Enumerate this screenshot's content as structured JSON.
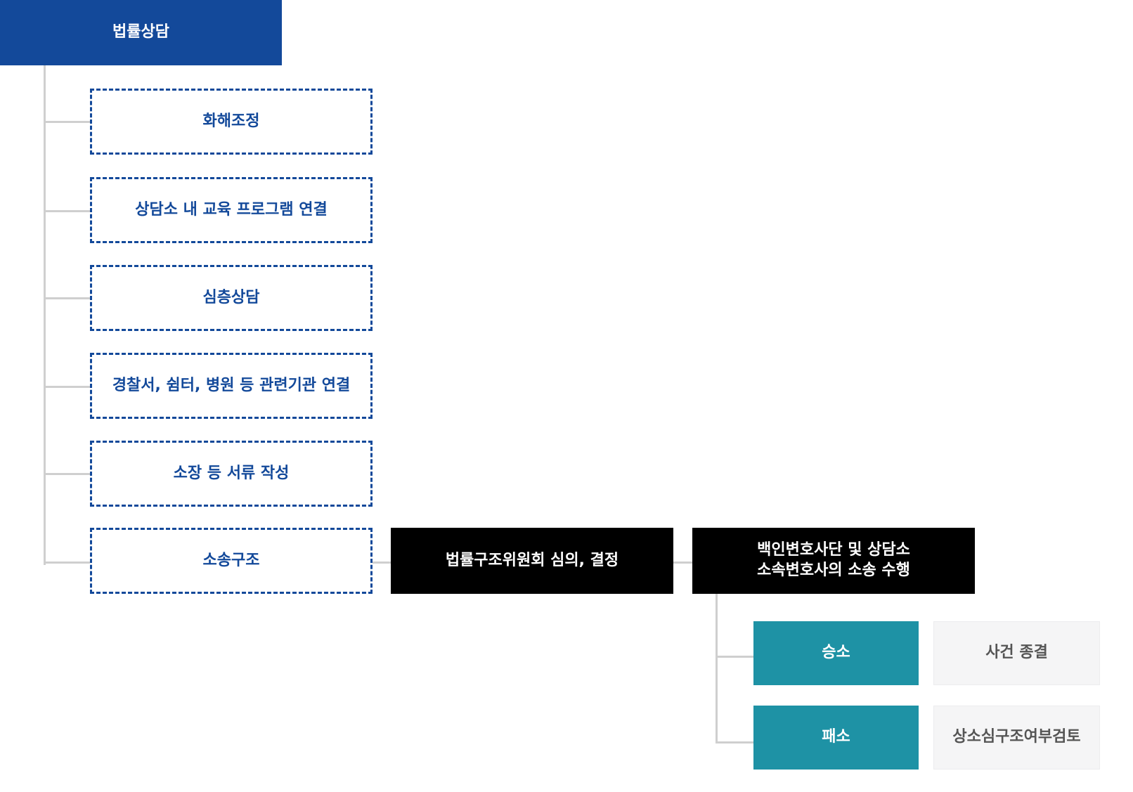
{
  "root": {
    "label": "법률상담"
  },
  "options": [
    {
      "label": "화해조정"
    },
    {
      "label": "상담소 내 교육 프로그램 연결"
    },
    {
      "label": "심층상담"
    },
    {
      "label": "경찰서, 쉼터, 병원 등 관련기관 연결"
    },
    {
      "label": "소장 등 서류 작성"
    },
    {
      "label": "소송구조"
    }
  ],
  "flow": {
    "committee": {
      "label": "법률구조위원회 심의, 결정"
    },
    "lawyers": {
      "label": "백인변호사단 및 상담소\n소속변호사의 소송 수행"
    }
  },
  "outcomes": [
    {
      "label": "승소",
      "result": "사건 종결"
    },
    {
      "label": "패소",
      "result": "상소심구조여부검토"
    }
  ],
  "colors": {
    "primary_blue": "#13499a",
    "teal": "#1e92a5",
    "black": "#000000",
    "light_gray": "#f5f5f6",
    "connector": "#cfcfcf"
  }
}
